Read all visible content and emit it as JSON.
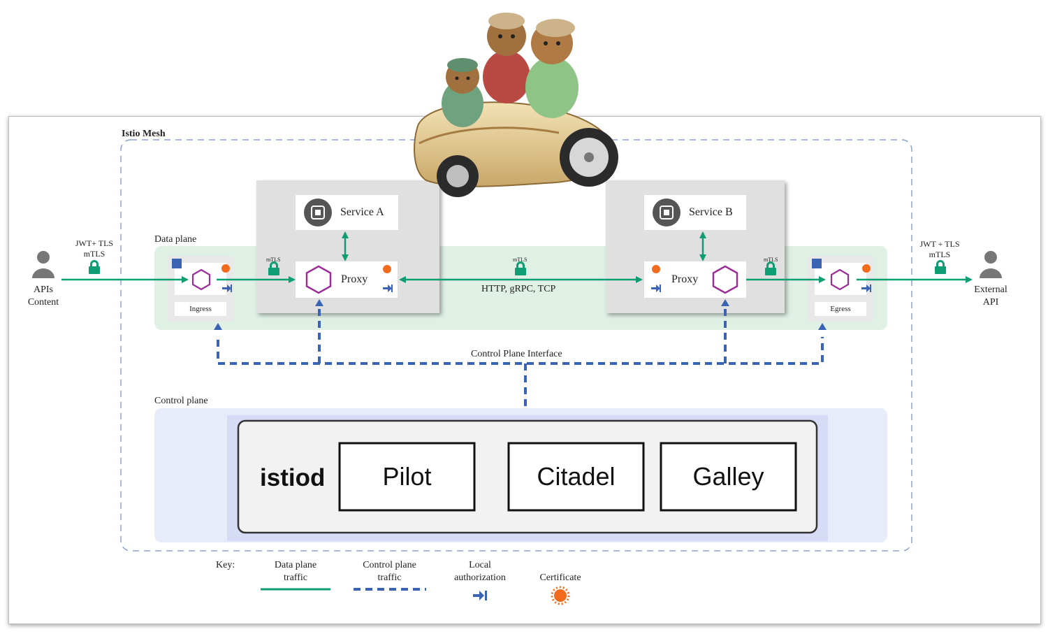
{
  "mesh": {
    "title": "Istio Mesh"
  },
  "data_plane": {
    "title": "Data plane"
  },
  "control_plane": {
    "title": "Control plane",
    "interface_label": "Control Plane Interface"
  },
  "client": {
    "line1": "APIs",
    "line2": "Content",
    "auth_line1": "JWT+ TLS",
    "auth_line2": "mTLS"
  },
  "external": {
    "line1": "External",
    "line2": "API",
    "auth_line1": "JWT + TLS",
    "auth_line2": "mTLS"
  },
  "ingress": {
    "label": "Ingress"
  },
  "egress": {
    "label": "Egress"
  },
  "service_a": {
    "label": "Service A",
    "proxy_label": "Proxy",
    "mtls": "mTLS"
  },
  "service_b": {
    "label": "Service B",
    "proxy_label": "Proxy",
    "mtls": "mTLS"
  },
  "link": {
    "mtls": "mTLS",
    "protocols": "HTTP, gRPC, TCP"
  },
  "istiod": {
    "label": "istiod",
    "components": [
      "Pilot",
      "Citadel",
      "Galley"
    ]
  },
  "key": {
    "title": "Key:",
    "data_plane_line1": "Data plane",
    "data_plane_line2": "traffic",
    "control_plane_line1": "Control plane",
    "control_plane_line2": "traffic",
    "local_auth_line1": "Local",
    "local_auth_line2": "authorization",
    "certificate": "Certificate"
  },
  "colors": {
    "data_plane_green": "#0f9d74",
    "control_plane_blue": "#3b63b4",
    "proxy_purple": "#9b2d96",
    "certificate_orange": "#f26b1d",
    "data_plane_band": "#dff0e5",
    "control_plane_band": "#e8ecfa"
  }
}
